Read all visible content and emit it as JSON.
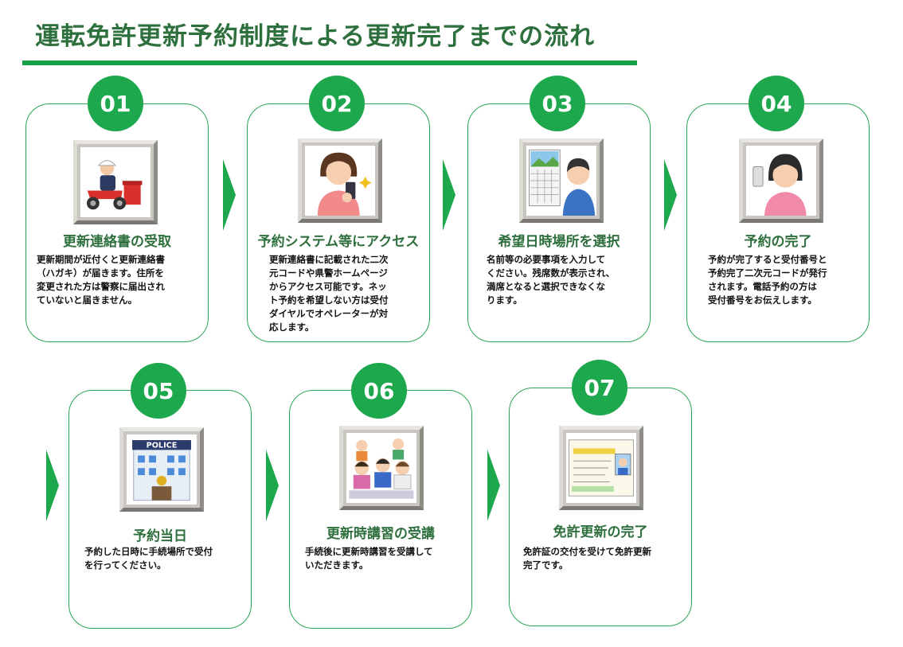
{
  "title": "運転免許更新予約制度による更新完了までの流れ",
  "steps": [
    {
      "num": "01",
      "title": "更新連絡書の受取",
      "icon": "mail-delivery-illustration",
      "lines": [
        "更新期間が近付くと更新連絡書",
        "（ハガキ）が届きます。住所を",
        "変更された方は警察に届出され",
        "ていないと届きません。"
      ]
    },
    {
      "num": "02",
      "title": "予約システム等にアクセス",
      "icon": "smartphone-user-illustration",
      "lines": [
        "更新連絡書に記載された二次",
        "元コードや県警ホームページ",
        "からアクセス可能です。ネッ",
        "ト予約を希望しない方は受付",
        "ダイヤルでオペレーターが対",
        "応します。"
      ]
    },
    {
      "num": "03",
      "title": "希望日時場所を選択",
      "icon": "calendar-selection-illustration",
      "lines": [
        "名前等の必要事項を入力して",
        "ください。残席数が表示され、",
        "満席となると選択できなくな",
        "ります。"
      ]
    },
    {
      "num": "04",
      "title": "予約の完了",
      "icon": "reservation-complete-illustration",
      "lines": [
        "予約が完了すると受付番号と",
        "予約完了二次元コードが発行",
        "されます。電話予約の方は",
        "受付番号をお伝えします。"
      ]
    },
    {
      "num": "05",
      "title": "予約当日",
      "icon": "police-station-illustration",
      "sign": "POLICE",
      "lines": [
        "予約した日時に手続場所で受付",
        "を行ってください。"
      ]
    },
    {
      "num": "06",
      "title": "更新時講習の受講",
      "icon": "lecture-class-illustration",
      "lines": [
        "手続後に更新時講習を受講して",
        "いただきます。"
      ]
    },
    {
      "num": "07",
      "title": "免許更新の完了",
      "icon": "driver-license-illustration",
      "lines": [
        "免許証の交付を受けて免許更新",
        "完了です。"
      ]
    }
  ],
  "colors": {
    "accent": "#1ea84e",
    "title": "#2e6f3e",
    "border": "#2aa556"
  }
}
